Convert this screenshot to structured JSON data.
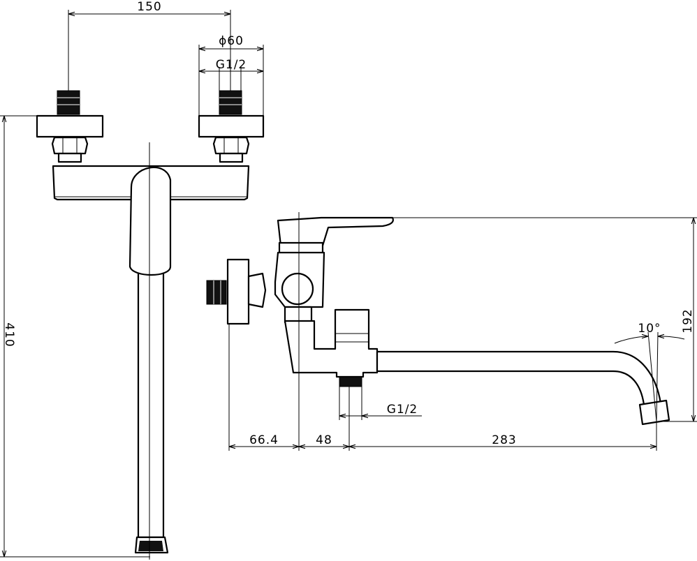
{
  "dimensions": {
    "front_width": "150",
    "front_diameter": "ϕ60",
    "front_thread": "G1/2",
    "front_height": "410",
    "side_height": "192",
    "side_angle": "10°",
    "side_thread": "G1/2",
    "side_offset_wall": "66.4",
    "side_offset_outlet": "48",
    "side_spout_length": "283"
  },
  "colors": {
    "line": "#000000",
    "background": "#ffffff"
  }
}
